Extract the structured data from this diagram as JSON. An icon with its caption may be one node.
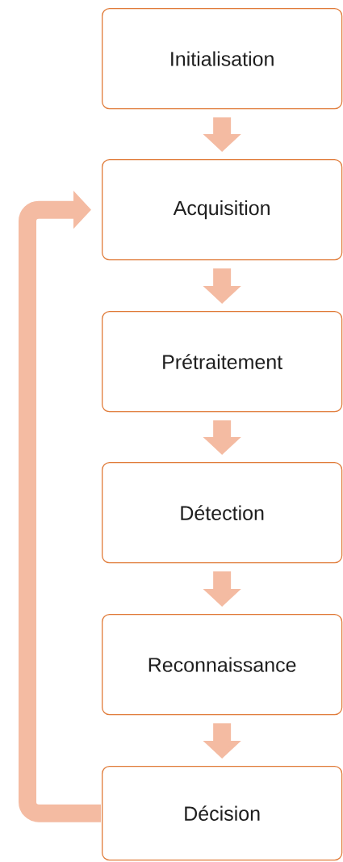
{
  "diagram": {
    "nodes": [
      {
        "text": [
          "Initialisation"
        ]
      },
      {
        "text": [
          "Acquisition"
        ]
      },
      {
        "text": [
          "Prétraitement"
        ]
      },
      {
        "text": [
          "Détection"
        ]
      },
      {
        "text": [
          "Reconnaissance"
        ]
      },
      {
        "text": [
          "Décision"
        ]
      }
    ],
    "edges": [
      {
        "from": 0,
        "to": 1,
        "arrow": "to"
      },
      {
        "from": 1,
        "to": 2,
        "arrow": "to"
      },
      {
        "from": 2,
        "to": 3,
        "arrow": "to"
      },
      {
        "from": 3,
        "to": 4,
        "arrow": "to"
      },
      {
        "from": 4,
        "to": 5,
        "arrow": "to"
      },
      {
        "from": 5,
        "to": 1,
        "arrow": "to"
      }
    ]
  }
}
